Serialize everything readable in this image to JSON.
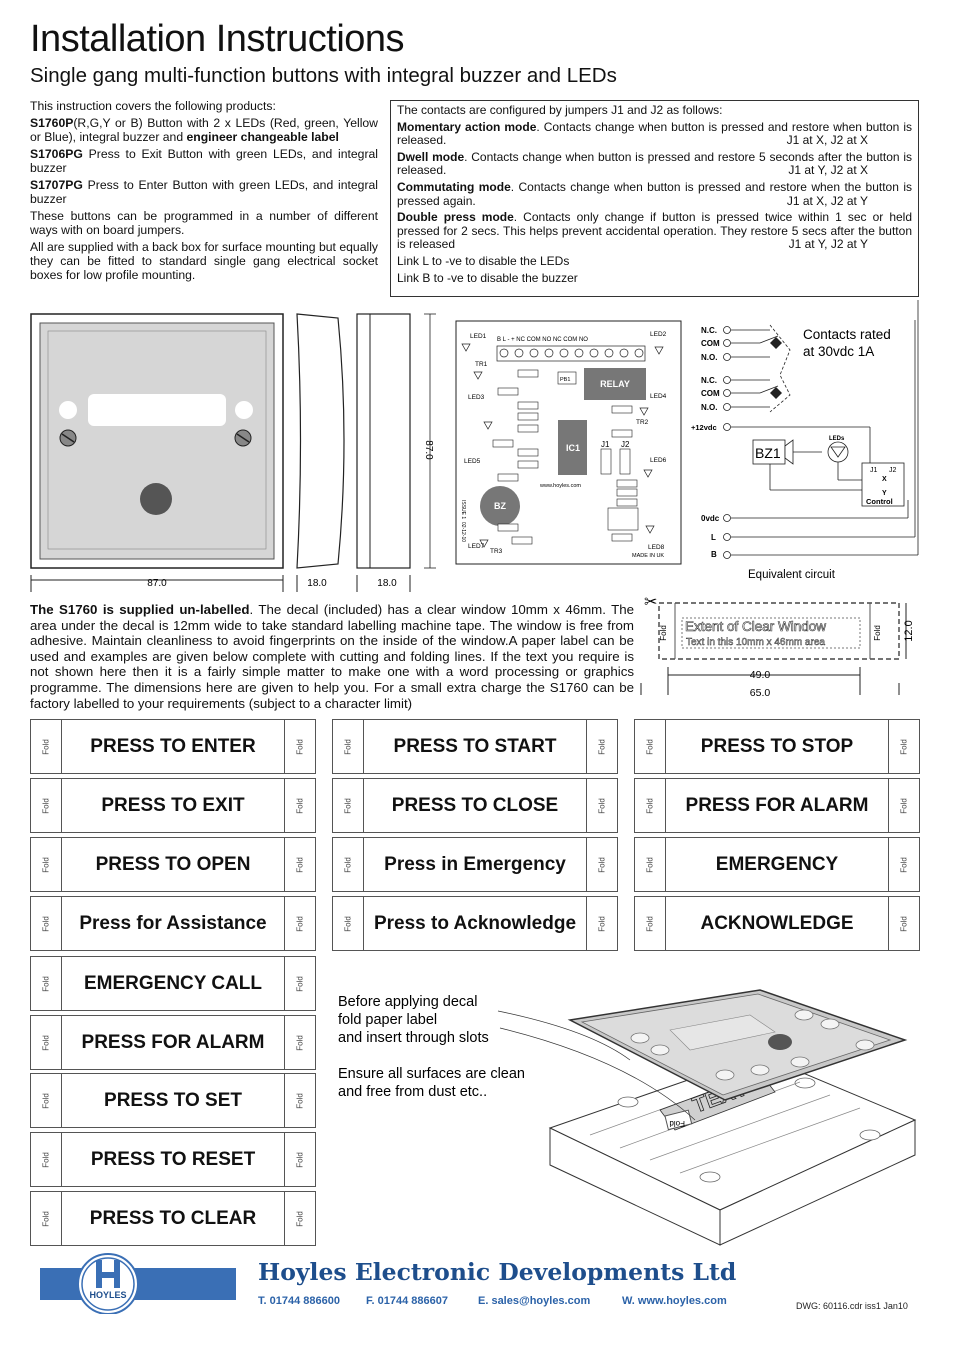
{
  "header": {
    "title": "Installation Instructions",
    "subtitle": "Single gang multi-function buttons with integral buzzer and LEDs"
  },
  "intro": {
    "p1": "This instruction covers the following products:",
    "s1760_code": "S1760P",
    "s1760_text1": "(R,G,Y or B) Button with 2 x LEDs (Red, green, Yellow or Blue), integral buzzer and ",
    "s1760_bold": "engineer changeable label",
    "s1706_code": "S1706PG",
    "s1706_text": " Press to Exit Button with green LEDs, and integral buzzer",
    "s1707_code": "S1707PG",
    "s1707_text": " Press to Enter Button with green LEDs, and integral buzzer",
    "p_prog": "These buttons can be programmed in a number of different ways with on board jumpers.",
    "p_box": "All are supplied with a back box for surface mounting but equally they can be fitted to standard single gang electrical socket boxes for low profile mounting."
  },
  "jumpers": {
    "intro": "The contacts are configured by jumpers J1 and J2 as follows:",
    "modes": [
      {
        "name": "Momentary action mode",
        "text": ". Contacts change when button is pressed and restore  when button is released.",
        "setting": "J1 at X, J2 at X"
      },
      {
        "name": "Dwell mode",
        "text": ". Contacts change when button is pressed and restore 5 seconds after the button is released.",
        "setting": "J1 at Y, J2 at X"
      },
      {
        "name": "Commutating mode",
        "text": ". Contacts change when button is pressed and restore when the button is pressed again.",
        "setting": "J1 at X, J2 at Y"
      },
      {
        "name": "Double press mode",
        "text": ". Contacts only change if button is pressed twice within 1 sec or held pressed for 2 secs. This helps prevent accidental operation. They restore 5 secs after the button is released",
        "setting": "J1 at Y, J2 at Y"
      }
    ],
    "link_l": "Link L to -ve to disable the LEDs",
    "link_b": "Link B to  -ve to disable the buzzer"
  },
  "dims": {
    "front_width": "87.0",
    "side1": "18.0",
    "side2": "18.0",
    "height": "87.0"
  },
  "pcb": {
    "led1": "LED1",
    "led2": "LED2",
    "led3": "LED3",
    "led4": "LED4",
    "led5": "LED5",
    "led6": "LED6",
    "led7": "LED7",
    "led8": "LED8",
    "terminals": "B   L   -   +   NC COM NO   NC COM NO",
    "relay": "RELAY",
    "ic1": "IC1",
    "bz": "BZ",
    "pb1": "PB1",
    "tr1": "TR1",
    "tr2": "TR2",
    "tr3": "TR3",
    "url": "www.hoyles.com",
    "made": "MADE IN UK",
    "issue": "ISSUE 1",
    "date": "02-12-10",
    "j1": "J1",
    "j2": "J2"
  },
  "circuit": {
    "nc": "N.C.",
    "com": "COM",
    "no": "N.O.",
    "plus12": "+12vdc",
    "zero": "0vdc",
    "l": "L",
    "b": "B",
    "rating1": "Contacts rated",
    "rating2": "at 30vdc 1A",
    "bz1": "BZ1",
    "leds": "LEDs",
    "control": "Control",
    "j1": "J1",
    "j2": "J2",
    "x": "X",
    "y": "Y",
    "caption": "Equivalent circuit"
  },
  "decal": {
    "bold": "The S1760 is supplied un-labelled",
    "text": ". The decal (included) has a clear window 10mm x 46mm. The  area under the decal is 12mm wide to take standard labelling machine tape. The window is free from adhesive. Maintain cleanliness to avoid fingerprints on the inside of the window.A paper label can be used and examples are given below complete with cutting and folding lines. If the text you require is not shown here then it is a fairly simple matter to make one with a word processing or graphics programme. The dimensions here are given to help you. For a small extra charge the S1760 can be factory labelled to your requirements (subject  to a character limit)",
    "window1": "Extent of Clear Window",
    "window2": "Text in this 10mm x 46mm area",
    "dim_inner": "49.0",
    "dim_outer": "65.0",
    "dim_height": "12.0",
    "fold": "Fold"
  },
  "labels": {
    "fold": "Fold",
    "col1": [
      "PRESS TO ENTER",
      "PRESS TO EXIT",
      "PRESS TO OPEN",
      "Press for Assistance",
      "EMERGENCY CALL",
      "PRESS FOR ALARM",
      "PRESS TO SET",
      "PRESS TO RESET",
      "PRESS TO CLEAR"
    ],
    "col2": [
      "PRESS TO START",
      "PRESS TO CLOSE",
      "Press in Emergency",
      "Press to Acknowledge"
    ],
    "col3": [
      "PRESS TO STOP",
      "PRESS FOR ALARM",
      "EMERGENCY",
      "ACKNOWLEDGE"
    ]
  },
  "assembly": {
    "note1": "Before applying decal",
    "note2": "fold paper label",
    "note3": "and insert through slots",
    "note4": "Ensure all surfaces are clean",
    "note5": "and free from dust etc..",
    "label_text": "TEXT",
    "fold": "Fold"
  },
  "footer": {
    "logo": "HOYLES",
    "company": "Hoyles Electronic Developments Ltd",
    "tel": "T. 01744 886600",
    "fax": "F. 01744 886607",
    "email": "E. sales@hoyles.com",
    "web": "W. www.hoyles.com",
    "dwg": "DWG: 60116.cdr iss1 Jan10"
  }
}
